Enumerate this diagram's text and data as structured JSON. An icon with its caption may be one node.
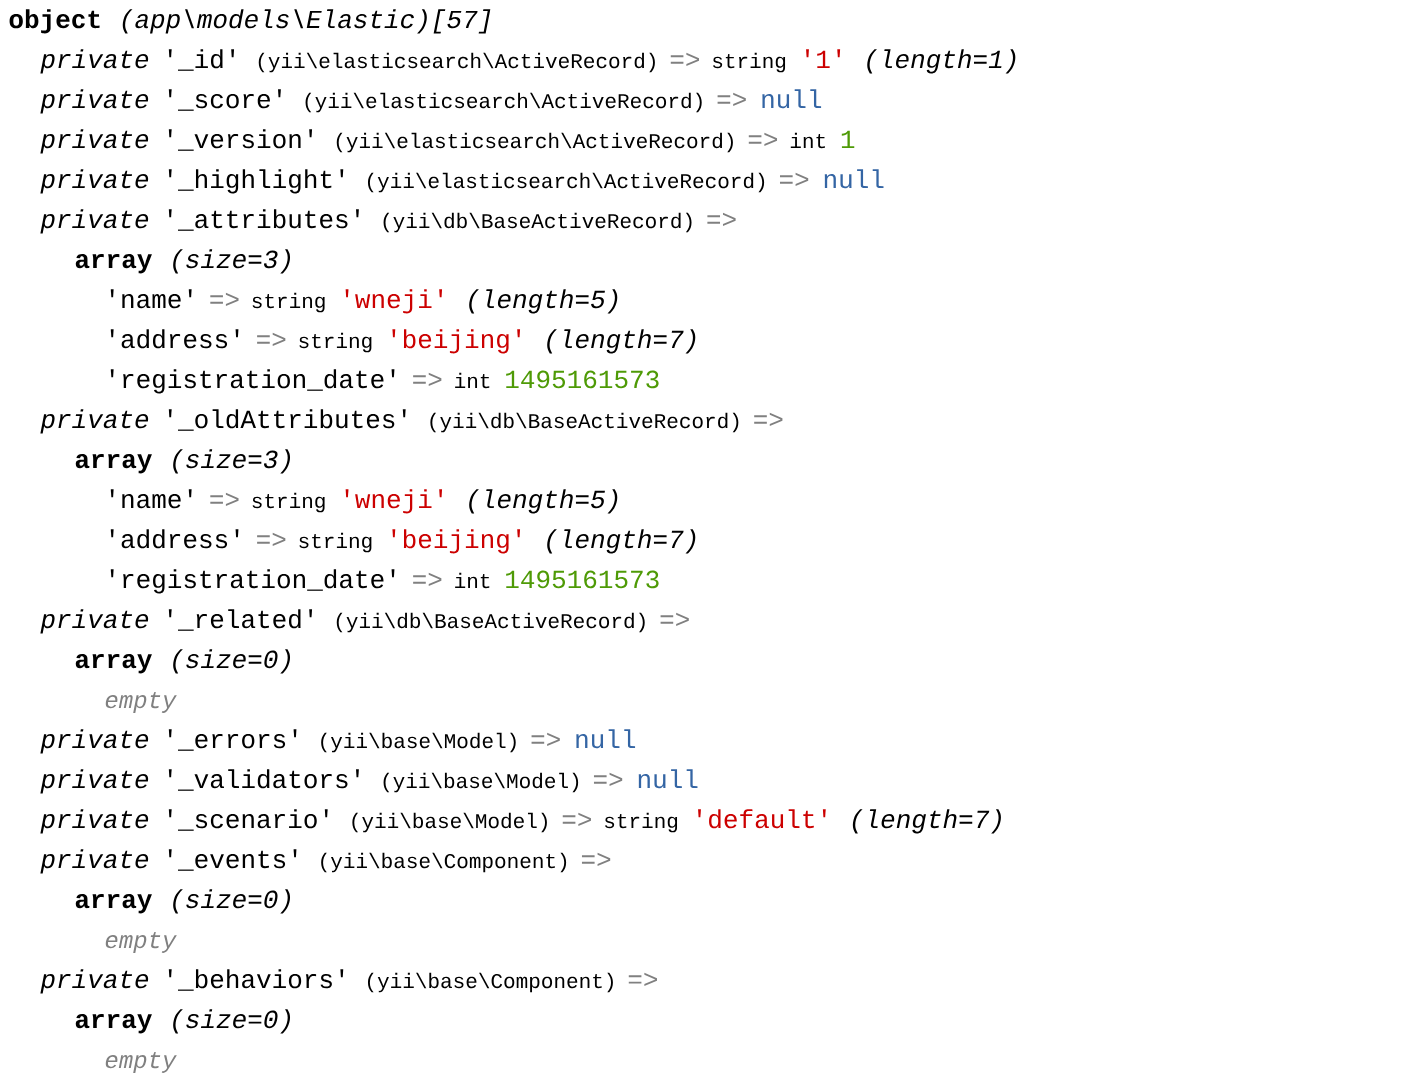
{
  "diagram": {
    "labels": [
      "object",
      "(app\\models\\Elastic)[57]",
      "private",
      "'_id'",
      "(yii\\elasticsearch\\ActiveRecord)",
      "=>",
      "string",
      "'1'",
      "(length=1)",
      "private",
      "'_score'",
      "(yii\\elasticsearch\\ActiveRecord)",
      "=>",
      "null",
      "private",
      "'_version'",
      "(yii\\elasticsearch\\ActiveRecord)",
      "=>",
      "int",
      "1",
      "private",
      "'_highlight'",
      "(yii\\elasticsearch\\ActiveRecord)",
      "=>",
      "null",
      "private",
      "'_attributes'",
      "(yii\\db\\BaseActiveRecord)",
      "=>",
      "array",
      "(size=3)",
      "'name'",
      "=>",
      "string",
      "'wneji'",
      "(length=5)",
      "'address'",
      "=>",
      "string",
      "'beijing'",
      "(length=7)",
      "'registration_date'",
      "=>",
      "int",
      "1495161573",
      "private",
      "'_oldAttributes'",
      "(yii\\db\\BaseActiveRecord)",
      "=>",
      "array",
      "(size=3)",
      "'name'",
      "=>",
      "string",
      "'wneji'",
      "(length=5)",
      "'address'",
      "=>",
      "string",
      "'beijing'",
      "(length=7)",
      "'registration_date'",
      "=>",
      "int",
      "1495161573",
      "private",
      "'_related'",
      "(yii\\db\\BaseActiveRecord)",
      "=>",
      "array",
      "(size=0)",
      "empty",
      "private",
      "'_errors'",
      "(yii\\base\\Model)",
      "=>",
      "null",
      "private",
      "'_validators'",
      "(yii\\base\\Model)",
      "=>",
      "null",
      "private",
      "'_scenario'",
      "(yii\\base\\Model)",
      "=>",
      "string",
      "'default'",
      "(length=7)",
      "private",
      "'_events'",
      "(yii\\base\\Component)",
      "=>",
      "array",
      "(size=0)",
      "empty",
      "private",
      "'_behaviors'",
      "(yii\\base\\Component)",
      "=>",
      "array",
      "(size=0)",
      "empty"
    ]
  }
}
